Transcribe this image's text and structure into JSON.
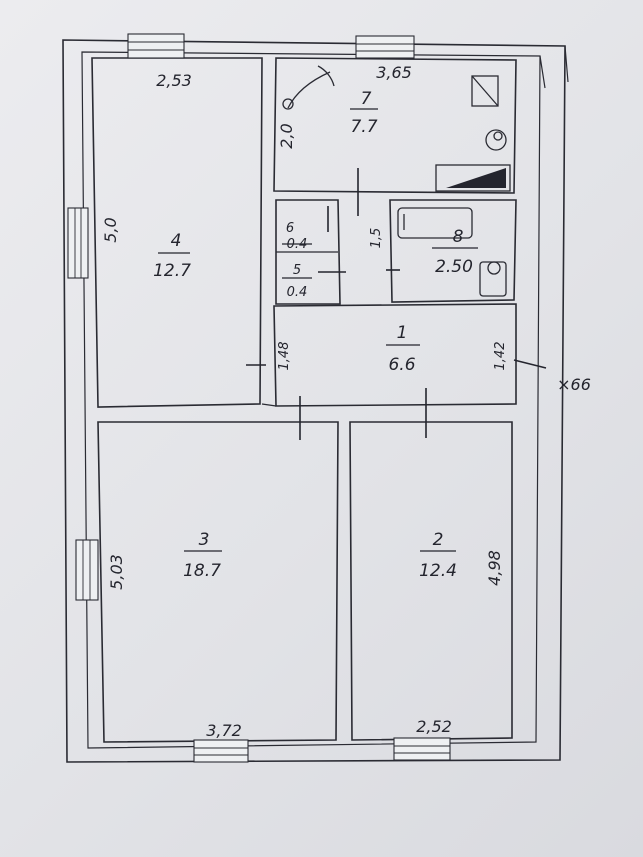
{
  "rooms": [
    {
      "id": "room-1",
      "number": "1",
      "area": "6.6"
    },
    {
      "id": "room-2",
      "number": "2",
      "area": "12.4"
    },
    {
      "id": "room-3",
      "number": "3",
      "area": "18.7"
    },
    {
      "id": "room-4",
      "number": "4",
      "area": "12.7"
    },
    {
      "id": "room-5",
      "number": "5",
      "area": "0.4"
    },
    {
      "id": "room-6",
      "number": "6",
      "area": "0.4"
    },
    {
      "id": "room-7",
      "number": "7",
      "area": "7.7"
    },
    {
      "id": "room-8",
      "number": "8",
      "area": "2.50"
    }
  ],
  "dimensions": {
    "room4_width": "2,53",
    "room4_height": "5,0",
    "room7_width": "3,65",
    "room7_height": "2,0",
    "bath_height": "1,5",
    "hall_left_height": "1,48",
    "hall_right_height": "1,42",
    "room3_height": "5,03",
    "room3_width": "3,72",
    "room2_height": "4,98",
    "room2_width": "2,52"
  },
  "marker": "×66"
}
